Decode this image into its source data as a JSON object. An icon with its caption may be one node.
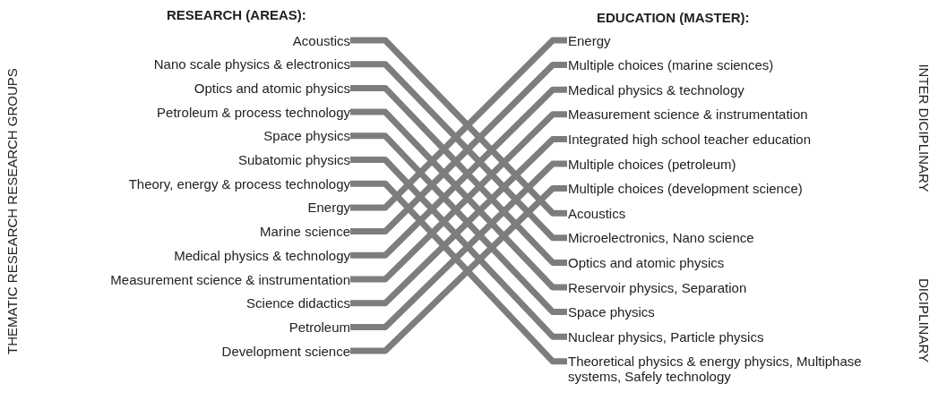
{
  "diagram": {
    "nodes": [
      {
        "text": [
          "Acoustics"
        ]
      },
      {
        "text": [
          "Nano scale physics & electronics"
        ]
      },
      {
        "text": [
          "Optics and atomic physics"
        ]
      },
      {
        "text": [
          "Petroleum & process technology"
        ]
      },
      {
        "text": [
          "Space physics"
        ]
      },
      {
        "text": [
          "Subatomic physics"
        ]
      },
      {
        "text": [
          "Theory, energy & process technology"
        ]
      },
      {
        "text": [
          "Energy"
        ]
      },
      {
        "text": [
          "Marine science"
        ]
      },
      {
        "text": [
          "Medical physics & technology"
        ]
      },
      {
        "text": [
          "Measurement science & instrumentation"
        ]
      },
      {
        "text": [
          "Science didactics"
        ]
      },
      {
        "text": [
          "Petroleum"
        ]
      },
      {
        "text": [
          "Development science"
        ]
      },
      {
        "text": [
          "Energy"
        ]
      },
      {
        "text": [
          "Multiple choices (marine sciences)"
        ]
      },
      {
        "text": [
          "Medical physics & technology"
        ]
      },
      {
        "text": [
          "Measurement science & instrumentation"
        ]
      },
      {
        "text": [
          "Integrated high school teacher education"
        ]
      },
      {
        "text": [
          "Multiple choices (petroleum)"
        ]
      },
      {
        "text": [
          "Multiple choices (development science)"
        ]
      },
      {
        "text": [
          "Acoustics"
        ]
      },
      {
        "text": [
          "Microelectronics, Nano science"
        ]
      },
      {
        "text": [
          "Optics and atomic physics"
        ]
      },
      {
        "text": [
          "Reservoir physics, Separation"
        ]
      },
      {
        "text": [
          "Space physics"
        ]
      },
      {
        "text": [
          "Nuclear physics, Particle physics"
        ]
      },
      {
        "text": [
          "Theoretical physics & energy physics, Multiphase systems, Safely technology"
        ]
      }
    ],
    "edges": [
      {
        "from": 0,
        "to": 21,
        "arrow": "none"
      },
      {
        "from": 1,
        "to": 22,
        "arrow": "none"
      },
      {
        "from": 2,
        "to": 23,
        "arrow": "none"
      },
      {
        "from": 3,
        "to": 24,
        "arrow": "none"
      },
      {
        "from": 4,
        "to": 25,
        "arrow": "none"
      },
      {
        "from": 5,
        "to": 26,
        "arrow": "none"
      },
      {
        "from": 6,
        "to": 27,
        "arrow": "none"
      },
      {
        "from": 7,
        "to": 14,
        "arrow": "none"
      },
      {
        "from": 8,
        "to": 15,
        "arrow": "none"
      },
      {
        "from": 9,
        "to": 16,
        "arrow": "none"
      },
      {
        "from": 10,
        "to": 17,
        "arrow": "none"
      },
      {
        "from": 11,
        "to": 18,
        "arrow": "none"
      },
      {
        "from": 12,
        "to": 19,
        "arrow": "none"
      },
      {
        "from": 13,
        "to": 20,
        "arrow": "none"
      }
    ],
    "labels": [
      "THEMATIC RESEARCH RESEARCH GROUPS",
      "RESEARCH (AREAS):",
      "EDUCATION (MASTER):",
      "INTER DICIPLINARY",
      "DICIPLINARY"
    ]
  }
}
